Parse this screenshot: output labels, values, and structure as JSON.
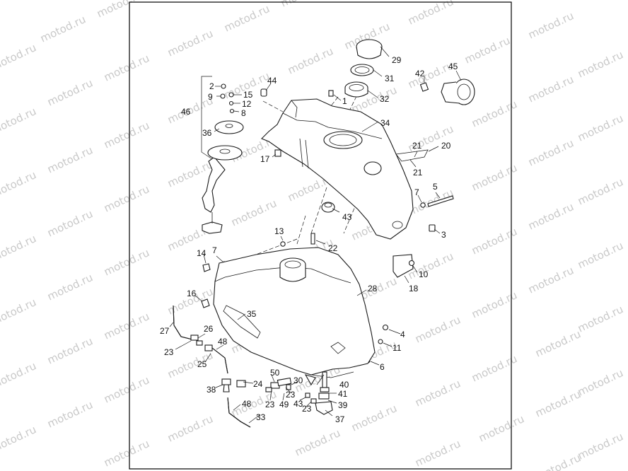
{
  "watermark": {
    "text": "motod.ru"
  },
  "callouts": [
    {
      "id": "c29",
      "label": "29"
    },
    {
      "id": "c31",
      "label": "31"
    },
    {
      "id": "c32",
      "label": "32"
    },
    {
      "id": "c45",
      "label": "45"
    },
    {
      "id": "c42",
      "label": "42"
    },
    {
      "id": "c44",
      "label": "44"
    },
    {
      "id": "c2",
      "label": "2"
    },
    {
      "id": "c9",
      "label": "9"
    },
    {
      "id": "c15",
      "label": "15"
    },
    {
      "id": "c12",
      "label": "12"
    },
    {
      "id": "c8",
      "label": "8"
    },
    {
      "id": "c1",
      "label": "1"
    },
    {
      "id": "c46",
      "label": "46"
    },
    {
      "id": "c36",
      "label": "36"
    },
    {
      "id": "c34",
      "label": "34"
    },
    {
      "id": "c21a",
      "label": "21"
    },
    {
      "id": "c20",
      "label": "20"
    },
    {
      "id": "c21b",
      "label": "21"
    },
    {
      "id": "c17",
      "label": "17"
    },
    {
      "id": "c7a",
      "label": "7"
    },
    {
      "id": "c5",
      "label": "5"
    },
    {
      "id": "c43a",
      "label": "43"
    },
    {
      "id": "c3",
      "label": "3"
    },
    {
      "id": "c13",
      "label": "13"
    },
    {
      "id": "c22",
      "label": "22"
    },
    {
      "id": "c14",
      "label": "14"
    },
    {
      "id": "c7b",
      "label": "7"
    },
    {
      "id": "c10",
      "label": "10"
    },
    {
      "id": "c18",
      "label": "18"
    },
    {
      "id": "c28",
      "label": "28"
    },
    {
      "id": "c16",
      "label": "16"
    },
    {
      "id": "c35",
      "label": "35"
    },
    {
      "id": "c27",
      "label": "27"
    },
    {
      "id": "c26",
      "label": "26"
    },
    {
      "id": "c4",
      "label": "4"
    },
    {
      "id": "c48a",
      "label": "48"
    },
    {
      "id": "c23a",
      "label": "23"
    },
    {
      "id": "c11",
      "label": "11"
    },
    {
      "id": "c25",
      "label": "25"
    },
    {
      "id": "c6",
      "label": "6"
    },
    {
      "id": "c50",
      "label": "50"
    },
    {
      "id": "c40",
      "label": "40"
    },
    {
      "id": "c24",
      "label": "24"
    },
    {
      "id": "c30",
      "label": "30"
    },
    {
      "id": "c38",
      "label": "38"
    },
    {
      "id": "c23b",
      "label": "23"
    },
    {
      "id": "c41",
      "label": "41"
    },
    {
      "id": "c23c",
      "label": "23"
    },
    {
      "id": "c49",
      "label": "49"
    },
    {
      "id": "c43b",
      "label": "43"
    },
    {
      "id": "c39",
      "label": "39"
    },
    {
      "id": "c48b",
      "label": "48"
    },
    {
      "id": "c23d",
      "label": "23"
    },
    {
      "id": "c33",
      "label": "33"
    },
    {
      "id": "c37",
      "label": "37"
    }
  ]
}
